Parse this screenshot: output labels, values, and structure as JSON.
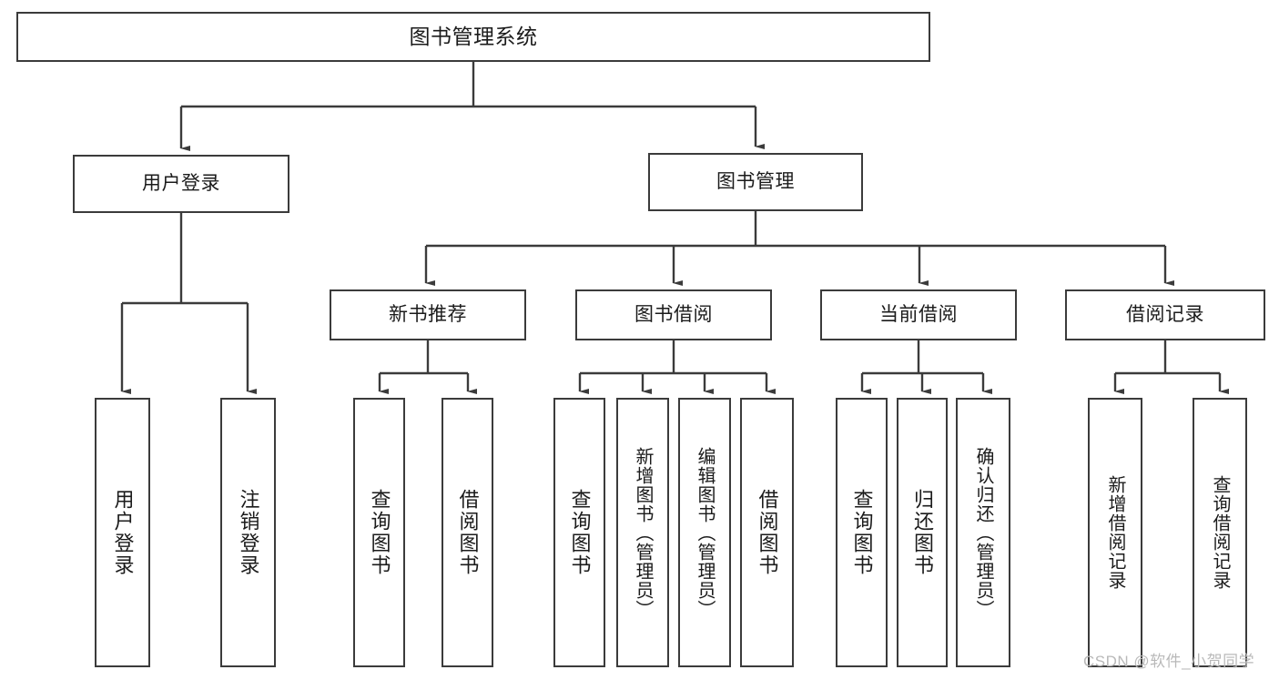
{
  "diagram": {
    "title": "图书管理系统",
    "type": "hierarchy-tree",
    "watermark": "CSDN @软件_小贺同学",
    "colors": {
      "box_border": "#3b3b3b",
      "box_fill": "#ffffff",
      "line": "#3b3b3b",
      "text": "#1b1b1b",
      "watermark": "#b9b9b9"
    },
    "root": {
      "label": "图书管理系统"
    },
    "level2": [
      {
        "label": "用户登录"
      },
      {
        "label": "图书管理"
      }
    ],
    "level3": [
      {
        "label": "新书推荐"
      },
      {
        "label": "图书借阅"
      },
      {
        "label": "当前借阅"
      },
      {
        "label": "借阅记录"
      }
    ],
    "leaves": [
      {
        "label": "用户登录",
        "parent": "用户登录"
      },
      {
        "label": "注销登录",
        "parent": "用户登录"
      },
      {
        "label": "查询图书",
        "parent": "新书推荐"
      },
      {
        "label": "借阅图书",
        "parent": "新书推荐"
      },
      {
        "label": "查询图书",
        "parent": "图书借阅"
      },
      {
        "label": "新增图书（管理员）",
        "parent": "图书借阅"
      },
      {
        "label": "编辑图书（管理员）",
        "parent": "图书借阅"
      },
      {
        "label": "借阅图书",
        "parent": "图书借阅"
      },
      {
        "label": "查询图书",
        "parent": "当前借阅"
      },
      {
        "label": "归还图书",
        "parent": "当前借阅"
      },
      {
        "label": "确认归还（管理员）",
        "parent": "当前借阅"
      },
      {
        "label": "新增借阅记录",
        "parent": "借阅记录"
      },
      {
        "label": "查询借阅记录",
        "parent": "借阅记录"
      }
    ]
  }
}
